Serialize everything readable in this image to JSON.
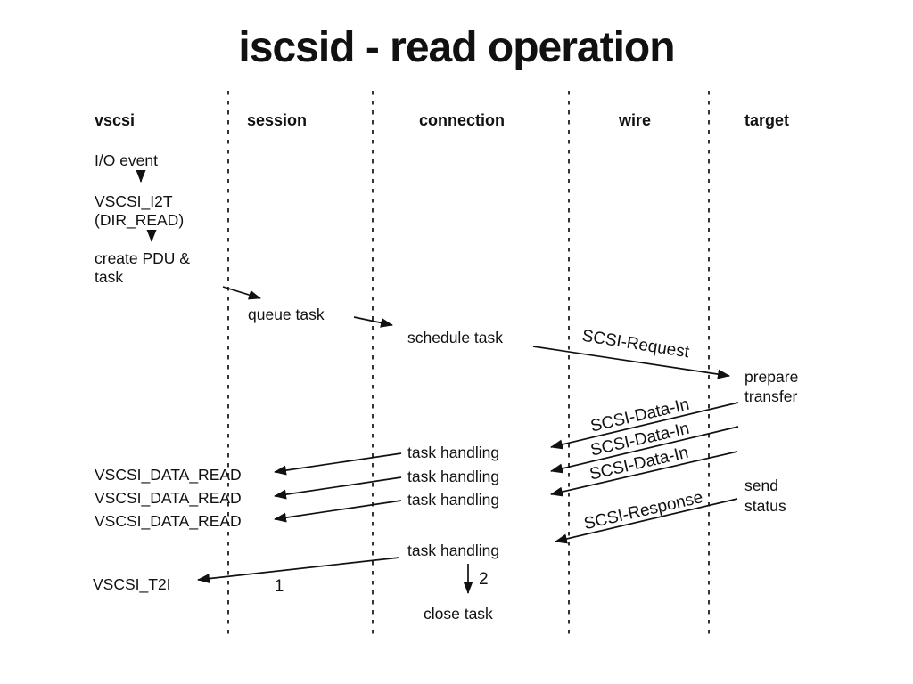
{
  "slide": {
    "title": "iscsid - read operation"
  },
  "columns": [
    {
      "label": "vscsi"
    },
    {
      "label": "session"
    },
    {
      "label": "connection"
    },
    {
      "label": "wire"
    },
    {
      "label": "target"
    }
  ],
  "lane_vscsi": {
    "io_event": "I/O event",
    "i2t": "VSCSI_I2T",
    "dir_read": "(DIR_READ)",
    "create_pdu_line1": "create PDU &",
    "create_pdu_line2": "task"
  },
  "msg": {
    "queue_task": "queue task",
    "schedule_task": "schedule task",
    "scsi_request": "SCSI-Request",
    "prepare_line1": "prepare",
    "prepare_line2": "transfer",
    "data_in": [
      "SCSI-Data-In",
      "SCSI-Data-In",
      "SCSI-Data-In"
    ],
    "task_handling": [
      "task handling",
      "task handling",
      "task handling",
      "task handling"
    ],
    "vscsi_data_read": [
      "VSCSI_DATA_READ",
      "VSCSI_DATA_READ",
      "VSCSI_DATA_READ"
    ],
    "scsi_response": "SCSI-Response",
    "send_line1": "send",
    "send_line2": "status",
    "vscsi_t2i": "VSCSI_T2I",
    "step1": "1",
    "step2": "2",
    "close_task": "close task"
  },
  "colors": {
    "text": "#111111",
    "background": "#ffffff",
    "line": "#111111"
  }
}
